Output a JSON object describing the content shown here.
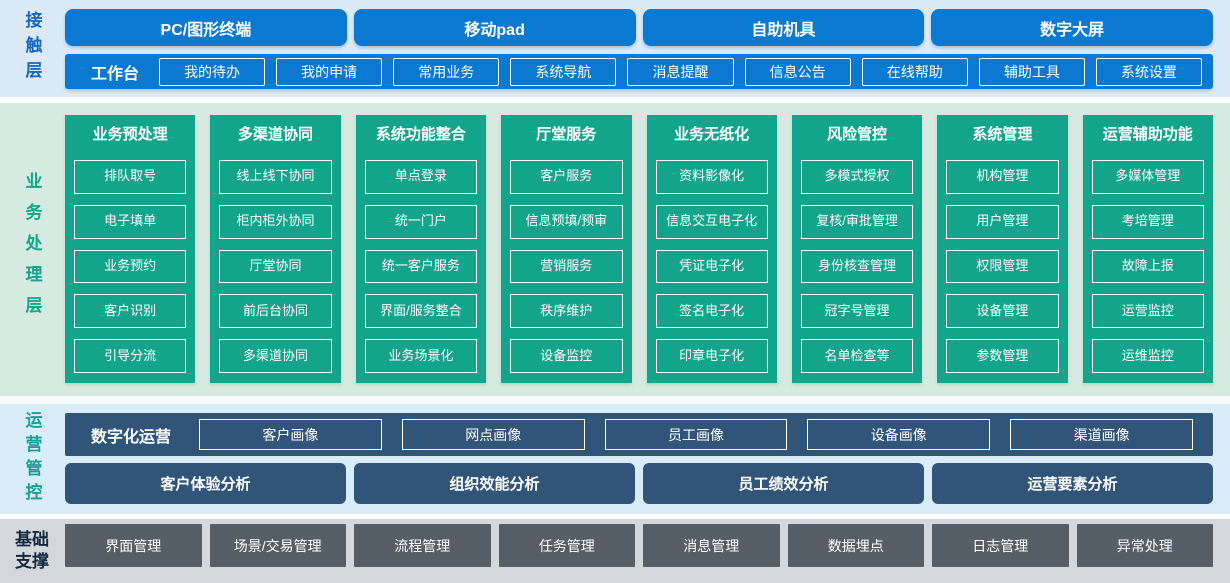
{
  "palette": {
    "blue": "#0b79d1",
    "teal_green": "#12a58b",
    "slate_blue": "#315578",
    "dark_gray": "#565f67",
    "contact_bg": "#dbeaf6",
    "business_bg": "#d7eae1",
    "operation_bg": "#d8edf7",
    "foundation_bg": "#d4d8dc"
  },
  "contact": {
    "label": "接触层",
    "channels": [
      "PC/图形终端",
      "移动pad",
      "自助机具",
      "数字大屏"
    ],
    "workbench": {
      "label": "工作台",
      "items": [
        "我的待办",
        "我的申请",
        "常用业务",
        "系统导航",
        "消息提醒",
        "信息公告",
        "在线帮助",
        "辅助工具",
        "系统设置"
      ]
    }
  },
  "business": {
    "label": "业务处理层",
    "columns": [
      {
        "title": "业务预处理",
        "items": [
          "排队取号",
          "电子填单",
          "业务预约",
          "客户识别",
          "引导分流"
        ]
      },
      {
        "title": "多渠道协同",
        "items": [
          "线上线下协同",
          "柜内柜外协同",
          "厅堂协同",
          "前后台协同",
          "多渠道协同"
        ]
      },
      {
        "title": "系统功能整合",
        "items": [
          "单点登录",
          "统一门户",
          "统一客户服务",
          "界面/服务整合",
          "业务场景化"
        ]
      },
      {
        "title": "厅堂服务",
        "items": [
          "客户服务",
          "信息预填/预审",
          "营销服务",
          "秩序维护",
          "设备监控"
        ]
      },
      {
        "title": "业务无纸化",
        "items": [
          "资料影像化",
          "信息交互电子化",
          "凭证电子化",
          "签名电子化",
          "印章电子化"
        ]
      },
      {
        "title": "风险管控",
        "items": [
          "多模式授权",
          "复核/审批管理",
          "身份核查管理",
          "冠字号管理",
          "名单检查等"
        ]
      },
      {
        "title": "系统管理",
        "items": [
          "机构管理",
          "用户管理",
          "权限管理",
          "设备管理",
          "参数管理"
        ]
      },
      {
        "title": "运营辅助功能",
        "items": [
          "多媒体管理",
          "考培管理",
          "故障上报",
          "运营监控",
          "运维监控"
        ]
      }
    ]
  },
  "operation": {
    "label": "运营管控",
    "digital": {
      "label": "数字化运营",
      "items": [
        "客户画像",
        "网点画像",
        "员工画像",
        "设备画像",
        "渠道画像"
      ]
    },
    "analysis": [
      "客户体验分析",
      "组织效能分析",
      "员工绩效分析",
      "运营要素分析"
    ]
  },
  "foundation": {
    "label": "基础支撑",
    "items": [
      "界面管理",
      "场景/交易管理",
      "流程管理",
      "任务管理",
      "消息管理",
      "数据埋点",
      "日志管理",
      "异常处理"
    ]
  }
}
